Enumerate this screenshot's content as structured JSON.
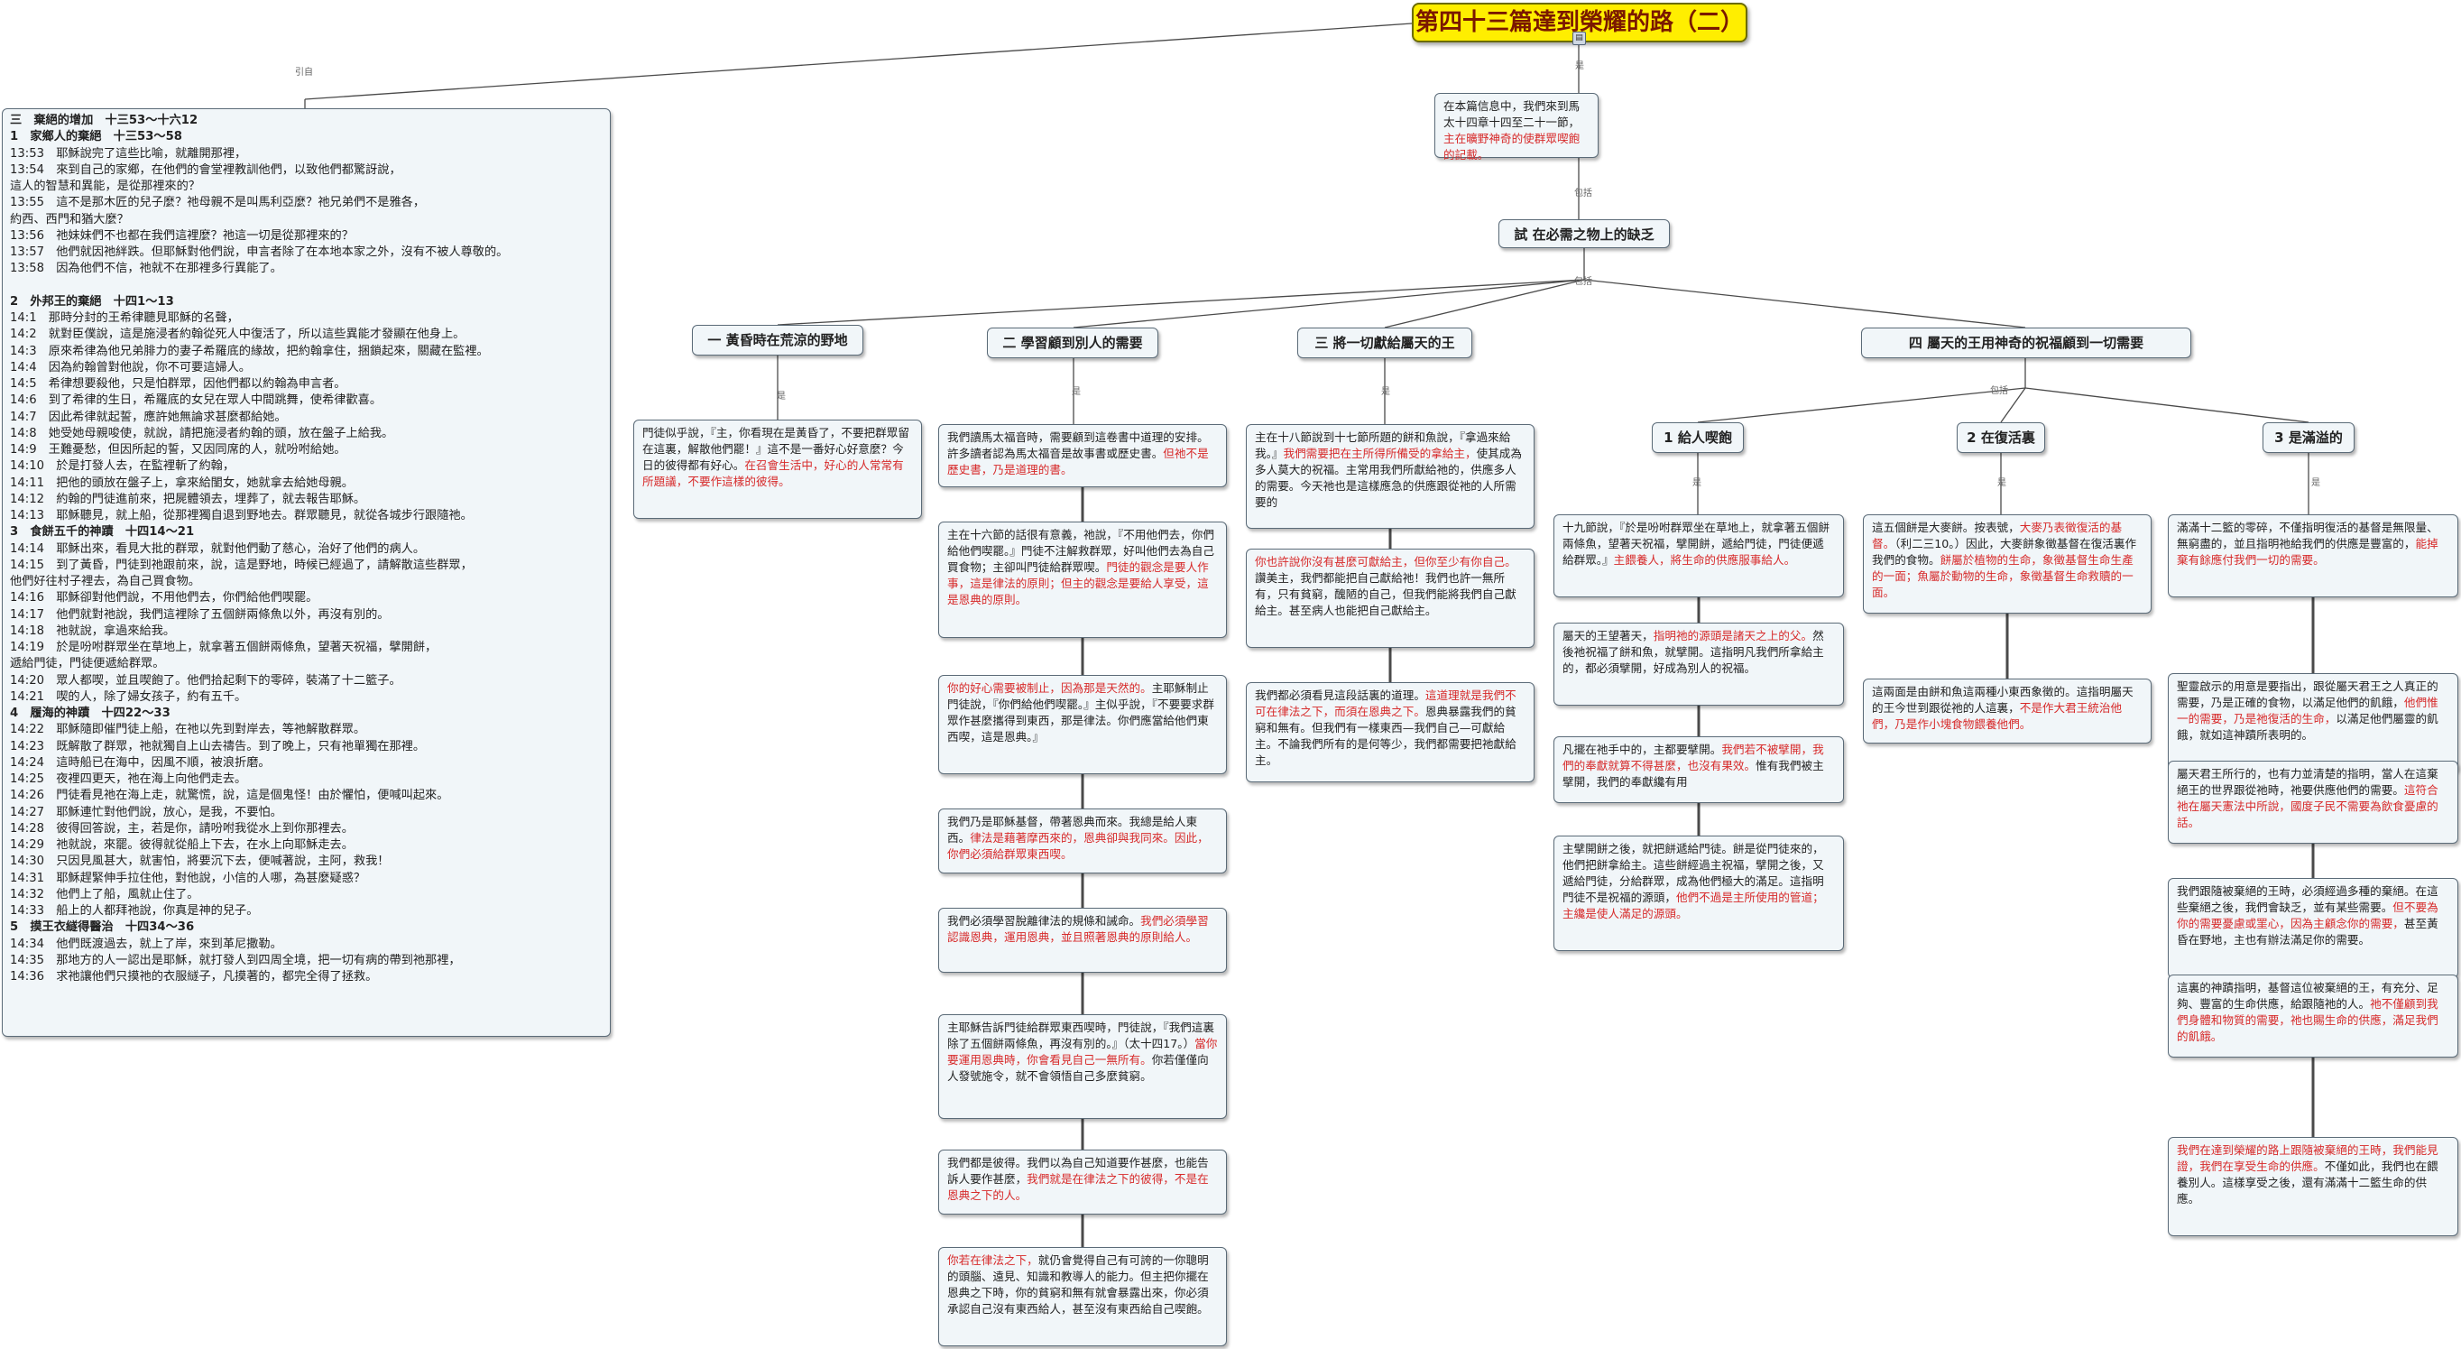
{
  "root": {
    "title": "第四十三篇達到榮耀的路（二）"
  },
  "connectors": {
    "intro": "引自",
    "is": "是",
    "includes": "包括"
  },
  "intro_node": {
    "text": "在本篇信息中，我們來到馬太十四章十四至二十一節，",
    "red": "主在曠野神奇的使群眾喫飽的記載。"
  },
  "trial": {
    "title": "試 在必需之物上的缺乏"
  },
  "sections": [
    {
      "title": "一 黃昏時在荒涼的野地"
    },
    {
      "title": "二 學習顧到別人的需要"
    },
    {
      "title": "三 將一切獻給屬天的王"
    },
    {
      "title": "四 屬天的王用神奇的祝福顧到一切需要"
    }
  ],
  "subsections": [
    {
      "title": "1 給人喫飽"
    },
    {
      "title": "2 在復活裏"
    },
    {
      "title": "3 是滿溢的"
    }
  ],
  "notes": {
    "s1": [
      {
        "text": "門徒似乎說，『主，你看現在是黃昏了，不要把群眾留在這裏，解散他們罷！』這不是一番好心好意麼？今日的彼得都有好心。",
        "red": "在召會生活中，好心的人常常有所題議，不要作這樣的彼得。"
      }
    ],
    "s2": [
      {
        "text": "我們讀馬太福音時，需要顧到這卷書中道理的安排。許多讀者認為馬太福音是故事書或歷史書。",
        "red": "但祂不是歷史書，乃是道理的書。",
        "after": ""
      },
      {
        "text": "主在十六節的話很有意義，祂說，『不用他們去，你們給他們喫罷。』門徒不注解救群眾，好叫他們去為自己買食物；主卻叫門徒給群眾喫。",
        "red": "門徒的觀念是要人作事，這是律法的原則；但主的觀念是要給人享受，這是恩典的原則。",
        "after": ""
      },
      {
        "text": "",
        "red": "你的好心需要被制止，因為那是天然的。",
        "after": "主耶穌制止門徒說，『你們給他們喫罷。』主似乎說，『不要要求群眾作甚麼攜得到東西，那是律法。你們應當給他們東西喫，這是恩典。』"
      },
      {
        "text": "我們乃是耶穌基督，帶著恩典而來。我總是給人東西。",
        "red": "律法是藉著摩西來的，恩典卻與我同來。因此，你們必須給群眾東西喫。",
        "after": ""
      },
      {
        "text": "我們必須學習脫離律法的規條和誡命。",
        "red": "我們必須學習認識恩典，運用恩典，並且照著恩典的原則給人。",
        "after": ""
      },
      {
        "text": "主耶穌告訴門徒給群眾東西喫時，門徒說，『我們這裏除了五個餅兩條魚，再沒有別的。』（太十四17。）",
        "red": "當你要運用恩典時，你會看見自己一無所有。",
        "after": "你若僅僅向人發號施令，就不會領悟自己多麼貧窮。"
      },
      {
        "text": "我們都是彼得。我們以為自己知道要作甚麼，也能告訴人要作甚麼，",
        "red": "我們就是在律法之下的彼得，不是在恩典之下的人。",
        "after": ""
      },
      {
        "text": "",
        "red": "你若在律法之下，",
        "after": "就仍會覺得自己有可誇的一你聰明的頭腦、遠見、知識和教導人的能力。但主把你擺在恩典之下時，你的貧窮和無有就會暴露出來，你必須承認自己沒有東西給人，甚至沒有東西給自己喫飽。"
      }
    ],
    "s3": [
      {
        "text": "主在十八節說到十七節所題的餅和魚說，『拿過來給我。』",
        "red": "我們需要把在主所得所備受的拿給主，",
        "after": "使其成為多人莫大的祝福。主常用我們所獻給祂的，供應多人的需要。今天祂也是這樣應急的供應跟從祂的人所需要的"
      },
      {
        "text": "",
        "red": "你也許說你沒有甚麼可獻給主，但你至少有你自己。",
        "after": "讚美主，我們都能把自己獻給祂！我們也許一無所有，只有貧窮，醜陋的自己，但我們能將我們自己獻給主。甚至病人也能把自己獻給主。"
      },
      {
        "text": "我們都必須看見這段話裏的道理。",
        "red": "這道理就是我們不可在律法之下，而須在恩典之下。",
        "after": "恩典暴露我們的貧窮和無有。但我們有一樣東西—我們自己—可獻給主。不論我們所有的是何等少，我們都需要把祂獻給主。"
      }
    ],
    "s4a": [
      {
        "text": "十九節說，『於是吩咐群眾坐在草地上，就拿著五個餅兩條魚，望著天祝福，擘開餅，遞給門徒，門徒便遞給群眾。』",
        "red": "主餵養人，將生命的供應服事給人。",
        "after": ""
      },
      {
        "text": "屬天的王望著天，",
        "red": "指明祂的源頭是諸天之上的父。",
        "after": "然後祂祝福了餅和魚，就擘開。這指明凡我們所拿給主的，都必須擘開，好成為別人的祝福。"
      },
      {
        "text": "凡擺在祂手中的，主都要擘開。",
        "red": "我們若不被擘開，我們的奉獻就算不得甚麼，也沒有果效。",
        "after": "惟有我們被主擘開，我們的奉獻纔有用"
      },
      {
        "text": "主擘開餅之後，就把餅遞給門徒。餅是從門徒來的，他們把餅拿給主。這些餅經過主祝福，擘開之後，又遞給門徒，分給群眾，成為他們極大的滿足。這指明門徒不是祝福的源頭，",
        "red": "他們不過是主所使用的管道；主纔是使人滿足的源頭。",
        "after": ""
      }
    ],
    "s4b": [
      {
        "text": "這五個餅是大麥餅。按表號，",
        "red": "大麥乃表徵復活的基督。",
        "after": "（利二三10。）因此，大麥餅象徵基督在復活裏作我們的食物。",
        "red2": "餅屬於植物的生命，象徵基督生命生產的一面；魚屬於動物的生命，象徵基督生命救贖的一面。"
      },
      {
        "text": "這兩面是由餅和魚這兩種小東西象徵的。這指明屬天的王今世到跟從祂的人這裏，",
        "red": "不是作大君王統治他們，乃是作小塊食物餵養他們。",
        "after": ""
      }
    ],
    "s4c": [
      {
        "text": "滿滿十二籃的零碎，不僅指明復活的基督是無限量、無窮盡的，並且指明祂給我們的供應是豐富的，",
        "red": "能掉棄有餘應付我們一切的需要。",
        "after": ""
      },
      {
        "text": "聖靈啟示的用意是要指出，跟從屬天君王之人真正的需要，乃是正確的食物，以滿足他們的飢餓，",
        "red": "他們惟一的需要，乃是祂復活的生命，",
        "after": "以滿足他們屬靈的飢餓，就如這神蹟所表明的。"
      },
      {
        "text": "屬天君王所行的，也有力並清楚的指明，當人在這棄絕王的世界跟從祂時，祂要供應他們的需要。",
        "red": "這符合祂在屬天憲法中所說，國度子民不需要為飲食憂慮的話。",
        "after": ""
      },
      {
        "text": "我們跟隨被棄絕的王時，必須經過多種的棄絕。在這些棄絕之後，我們會缺乏，並有某些需要。",
        "red": "但不要為你的需要憂慮或罣心，因為主顧念你的需要，",
        "after": "甚至黃昏在野地，主也有辦法滿足你的需要。"
      },
      {
        "text": "這裏的神蹟指明，基督這位被棄絕的王，有充分、足夠、豐富的生命供應，給跟隨祂的人。",
        "red": "祂不僅顧到我們身體和物質的需要，祂也賜生命的供應，滿足我們的飢餓。",
        "after": ""
      },
      {
        "text": "",
        "red": "我們在達到榮耀的路上跟隨被棄絕的王時，我們能見證，我們在享受生命的供應。",
        "after": "不僅如此，我們也在餵養別人。這樣享受之後，還有滿滿十二籃生命的供應。"
      }
    ]
  },
  "outline": [
    {
      "t": "三　棄絕的增加　十三53～十六12",
      "b": true
    },
    {
      "t": "1　家鄉人的棄絕　十三53～58",
      "b": true
    },
    {
      "t": "13:53　耶穌說完了這些比喻，就離開那裡，",
      "b": false
    },
    {
      "t": "13:54　來到自己的家鄉，在他們的會堂裡教訓他們，以致他們都驚訝說，",
      "b": false
    },
    {
      "t": "這人的智慧和異能，是從那裡來的？",
      "b": false
    },
    {
      "t": "13:55　這不是那木匠的兒子麼？祂母親不是叫馬利亞麼？祂兄弟們不是雅各，",
      "b": false
    },
    {
      "t": "約西、西門和猶大麼？",
      "b": false
    },
    {
      "t": "13:56　祂妹妹們不也都在我們這裡麼？祂這一切是從那裡來的？",
      "b": false
    },
    {
      "t": "13:57　他們就因祂絆跌。但耶穌對他們說，申言者除了在本地本家之外，沒有不被人尊敬的。",
      "b": false
    },
    {
      "t": "13:58　因為他們不信，祂就不在那裡多行異能了。",
      "b": false
    },
    {
      "t": "",
      "b": false
    },
    {
      "t": "2　外邦王的棄絕　十四1～13",
      "b": true
    },
    {
      "t": "14:1　那時分封的王希律聽見耶穌的名聲，",
      "b": false
    },
    {
      "t": "14:2　就對臣僕說，這是施浸者約翰從死人中復活了，所以這些異能才發顯在他身上。",
      "b": false
    },
    {
      "t": "14:3　原來希律為他兄弟腓力的妻子希羅底的緣故，把約翰拿住，捆鎖起來，關藏在監裡。",
      "b": false
    },
    {
      "t": "14:4　因為約翰曾對他說，你不可要這婦人。",
      "b": false
    },
    {
      "t": "14:5　希律想要殺他，只是怕群眾，因他們都以約翰為申言者。",
      "b": false
    },
    {
      "t": "14:6　到了希律的生日，希羅底的女兒在眾人中間跳舞，使希律歡喜。",
      "b": false
    },
    {
      "t": "14:7　因此希律就起誓，應許她無論求甚麼都給她。",
      "b": false
    },
    {
      "t": "14:8　她受她母親唆使，就說，請把施浸者約翰的頭，放在盤子上給我。",
      "b": false
    },
    {
      "t": "14:9　王難憂愁，但因所起的誓，又因同席的人，就吩咐給她。",
      "b": false
    },
    {
      "t": "14:10　於是打發人去，在監裡斬了約翰，",
      "b": false
    },
    {
      "t": "14:11　把他的頭放在盤子上，拿來給閨女，她就拿去給她母親。",
      "b": false
    },
    {
      "t": "14:12　約翰的門徒進前來，把屍體領去，埋葬了，就去報告耶穌。",
      "b": false
    },
    {
      "t": "14:13　耶穌聽見，就上船，從那裡獨自退到野地去。群眾聽見，就從各城步行跟隨祂。",
      "b": false
    },
    {
      "t": "3　食餅五千的神蹟　十四14～21",
      "b": true
    },
    {
      "t": "14:14　耶穌出來，看見大批的群眾，就對他們動了慈心，治好了他們的病人。",
      "b": false
    },
    {
      "t": "14:15　到了黃昏，門徒到祂跟前來，說，這是野地，時候已經過了，請解散這些群眾，",
      "b": false
    },
    {
      "t": "他們好往村子裡去，為自己買食物。",
      "b": false
    },
    {
      "t": "14:16　耶穌卻對他們說，不用他們去，你們給他們喫罷。",
      "b": false
    },
    {
      "t": "14:17　他們就對祂說，我們這裡除了五個餅兩條魚以外，再沒有別的。",
      "b": false
    },
    {
      "t": "14:18　祂就說，拿過來給我。",
      "b": false
    },
    {
      "t": "14:19　於是吩咐群眾坐在草地上，就拿著五個餅兩條魚，望著天祝福，擘開餅，",
      "b": false
    },
    {
      "t": "遞給門徒，門徒便遞給群眾。",
      "b": false
    },
    {
      "t": "14:20　眾人都喫，並且喫飽了。他們拾起剩下的零碎，裝滿了十二籃子。",
      "b": false
    },
    {
      "t": "14:21　喫的人，除了婦女孩子，約有五千。",
      "b": false
    },
    {
      "t": "4　履海的神蹟　十四22～33",
      "b": true
    },
    {
      "t": "14:22　耶穌隨即催門徒上船，在祂以先到對岸去，等祂解散群眾。",
      "b": false
    },
    {
      "t": "14:23　既解散了群眾，祂就獨自上山去禱告。到了晚上，只有祂單獨在那裡。",
      "b": false
    },
    {
      "t": "14:24　這時船已在海中，因風不順，被浪折磨。",
      "b": false
    },
    {
      "t": "14:25　夜裡四更天，祂在海上向他們走去。",
      "b": false
    },
    {
      "t": "14:26　門徒看見祂在海上走，就驚慌，說，這是個鬼怪！由於懼怕，便喊叫起來。",
      "b": false
    },
    {
      "t": "14:27　耶穌連忙對他們說，放心，是我，不要怕。",
      "b": false
    },
    {
      "t": "14:28　彼得回答說，主，若是你，請吩咐我從水上到你那裡去。",
      "b": false
    },
    {
      "t": "14:29　祂就說，來罷。彼得就從船上下去，在水上向耶穌走去。",
      "b": false
    },
    {
      "t": "14:30　只因見風甚大，就害怕，將要沉下去，便喊著說，主阿，救我！",
      "b": false
    },
    {
      "t": "14:31　耶穌趕緊伸手拉住他，對他說，小信的人哪，為甚麼疑惑？",
      "b": false
    },
    {
      "t": "14:32　他們上了船，風就止住了。",
      "b": false
    },
    {
      "t": "14:33　船上的人都拜祂說，你真是神的兒子。",
      "b": false
    },
    {
      "t": "5　摸王衣繸得醫治　十四34～36",
      "b": true
    },
    {
      "t": "14:34　他們既渡過去，就上了岸，來到革尼撒勒。",
      "b": false
    },
    {
      "t": "14:35　那地方的人一認出是耶穌，就打發人到四周全境，把一切有病的帶到祂那裡，",
      "b": false
    },
    {
      "t": "14:36　求祂讓他們只摸祂的衣服繸子，凡摸著的，都完全得了拯救。",
      "b": false
    }
  ]
}
